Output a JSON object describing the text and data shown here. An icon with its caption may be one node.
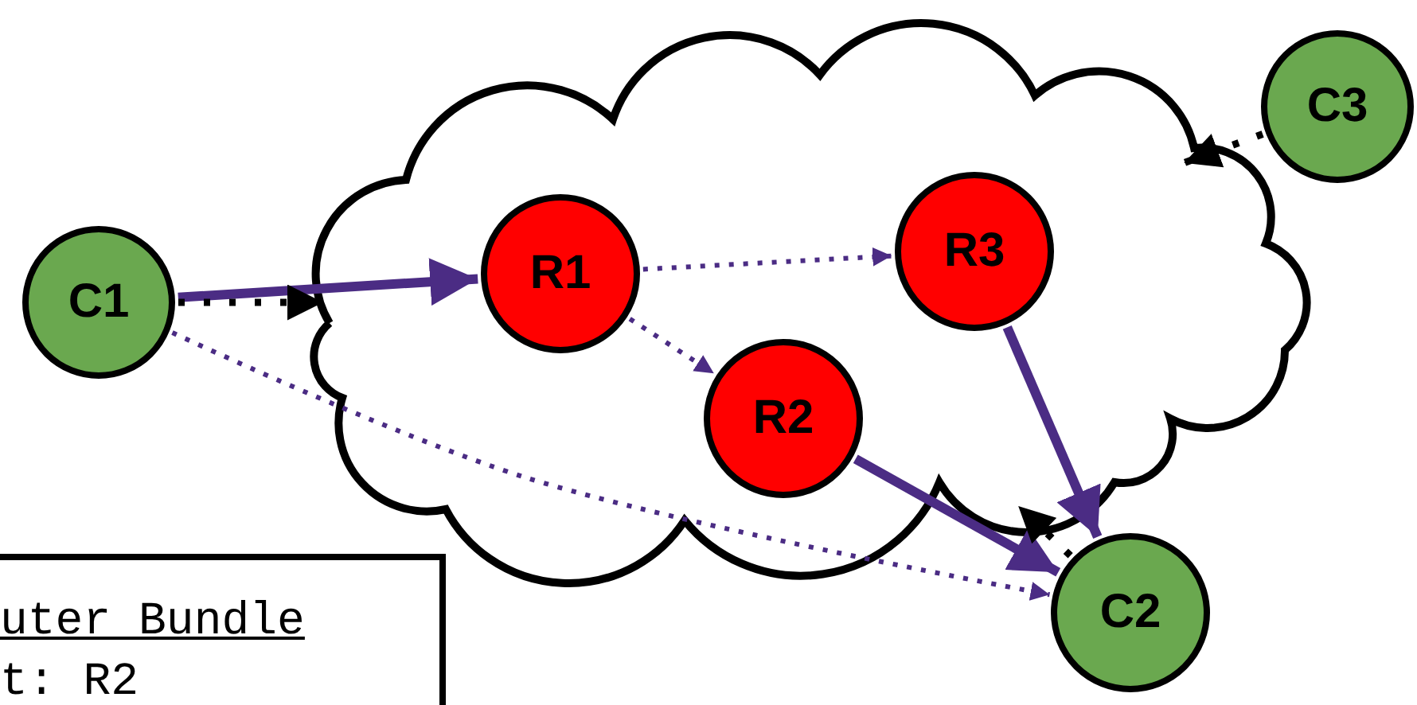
{
  "diagram": {
    "nodes": [
      {
        "text": [],
        "shape": "cloud"
      },
      {
        "text": [
          "R1"
        ],
        "in": 0
      },
      {
        "text": [
          "R3"
        ],
        "in": 0
      },
      {
        "text": [
          "R2"
        ],
        "in": 0
      },
      {
        "text": [
          "C3"
        ]
      },
      {
        "text": [
          "C1"
        ]
      },
      {
        "text": [
          "C2"
        ]
      },
      {
        "text": [
          "uter Bundle",
          "t: R2"
        ]
      }
    ],
    "edges": [
      {
        "from": 5,
        "to": 1,
        "arrow": "to"
      },
      {
        "from": 5,
        "to": 0,
        "arrow": "to",
        "style": "dashed",
        "color": "#000000"
      },
      {
        "from": 4,
        "to": 0,
        "arrow": "to",
        "style": "dashed",
        "color": "#000000"
      },
      {
        "from": 1,
        "to": 2,
        "arrow": "to",
        "style": "dashed"
      },
      {
        "from": 1,
        "to": 3,
        "arrow": "to",
        "style": "dashed"
      },
      {
        "from": 2,
        "to": 6,
        "arrow": "to"
      },
      {
        "from": 3,
        "to": 6,
        "arrow": "to"
      },
      {
        "from": 6,
        "to": 0,
        "arrow": "to",
        "style": "dashed",
        "color": "#000000"
      },
      {
        "from": 5,
        "to": 6,
        "arrow": "to",
        "style": "dashed"
      }
    ]
  }
}
